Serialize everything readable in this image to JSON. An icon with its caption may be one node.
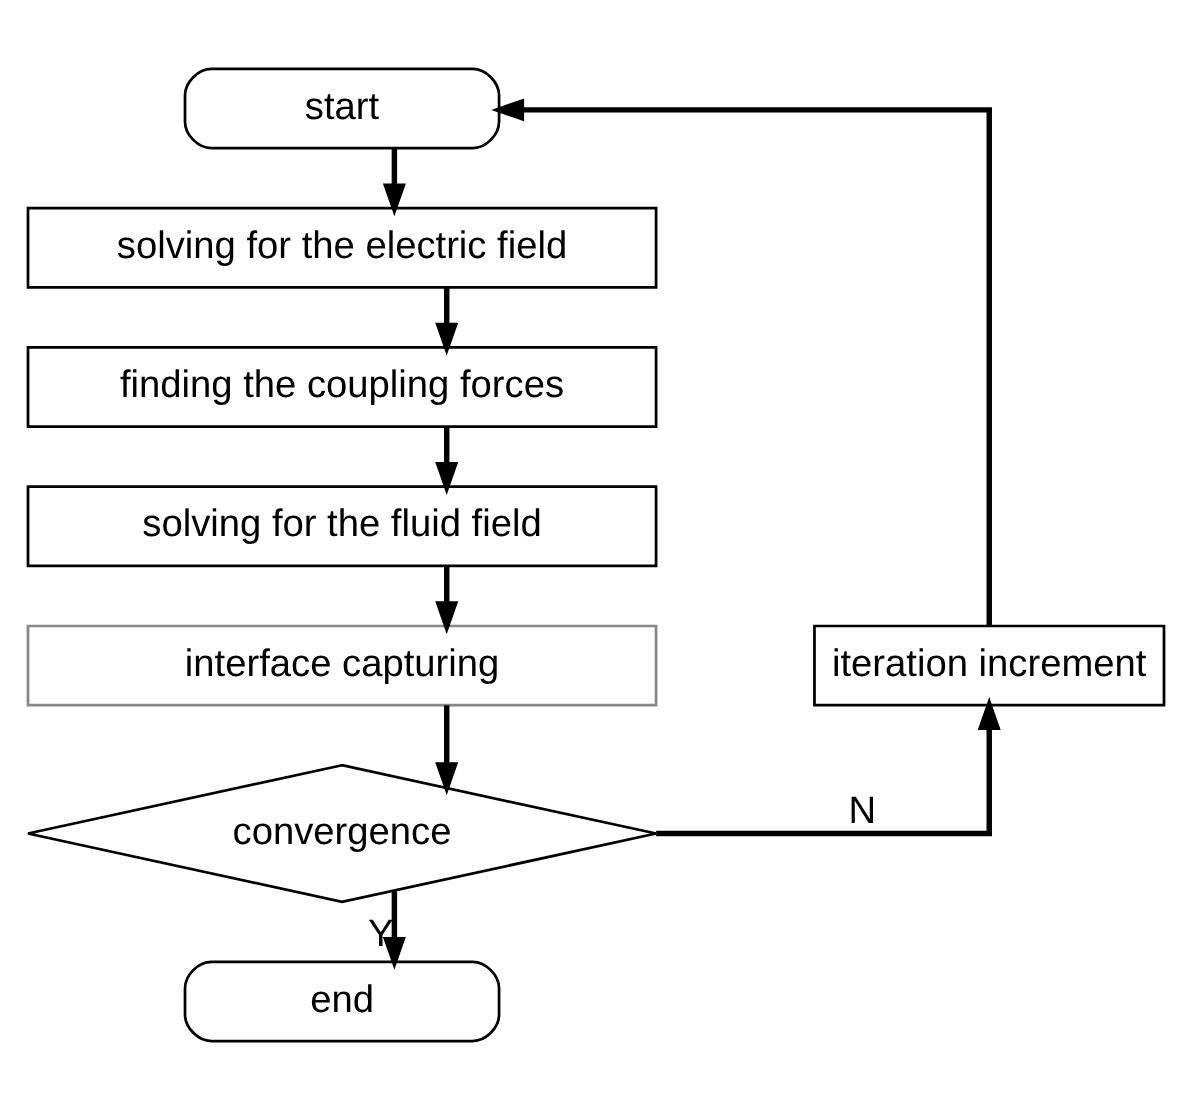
{
  "diagram": {
    "nodes": [
      {
        "text": [
          "start"
        ]
      },
      {
        "text": [
          "solving for the electric field"
        ]
      },
      {
        "text": [
          "finding the coupling forces"
        ]
      },
      {
        "text": [
          "solving for the fluid field"
        ]
      },
      {
        "text": [
          "interface capturing"
        ]
      },
      {
        "text": [
          "convergence"
        ]
      },
      {
        "text": [
          "iteration increment"
        ]
      },
      {
        "text": [
          "end"
        ]
      }
    ],
    "edges": [
      {
        "from": 0,
        "to": 1,
        "arrow": "to"
      },
      {
        "from": 1,
        "to": 2,
        "arrow": "to"
      },
      {
        "from": 2,
        "to": 3,
        "arrow": "to"
      },
      {
        "from": 3,
        "to": 4,
        "arrow": "to"
      },
      {
        "from": 4,
        "to": 5,
        "arrow": "to"
      },
      {
        "from": 5,
        "to": 7,
        "label": "Y",
        "arrow": "to"
      },
      {
        "from": 5,
        "to": 6,
        "label": "N",
        "arrow": "to"
      },
      {
        "from": 6,
        "to": 0,
        "arrow": "to"
      }
    ]
  }
}
